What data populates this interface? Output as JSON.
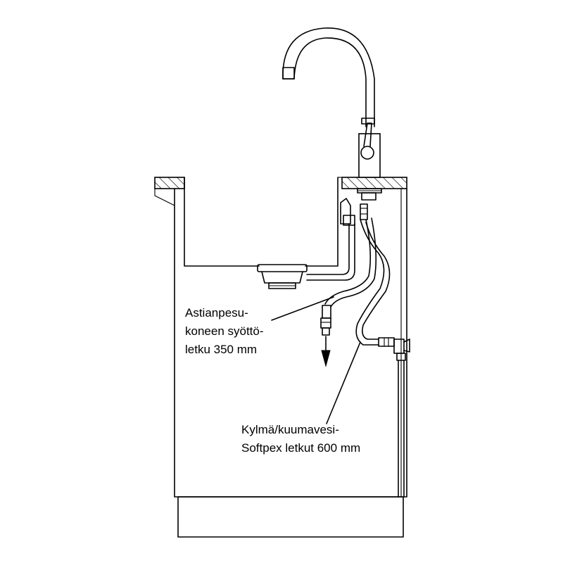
{
  "labels": {
    "dishwasher_hose": {
      "lines": [
        "Astianpesu-",
        "koneen syöttö-",
        "letku 350 mm"
      ]
    },
    "water_hoses": {
      "lines": [
        "Kylmä/kuumavesi-",
        "Softpex letkut 600 mm"
      ]
    }
  }
}
